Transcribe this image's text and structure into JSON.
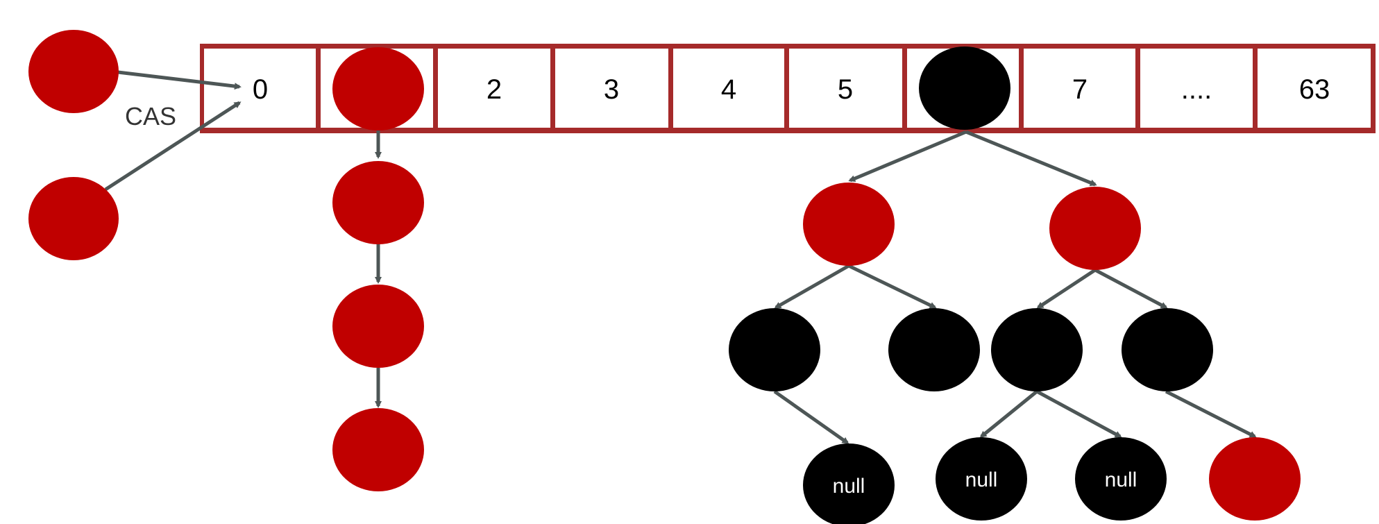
{
  "colors": {
    "red_node": "#c00000",
    "black_node": "#000000",
    "array_border": "#a52a2a",
    "arrow": "#4d5656"
  },
  "array": {
    "cells": [
      "0",
      "",
      "2",
      "3",
      "4",
      "5",
      "",
      "7",
      "....",
      "63"
    ]
  },
  "cas_label": "CAS",
  "null_label": "null",
  "structures": {
    "incoming_nodes": [
      {
        "color": "red",
        "target_cell": 0
      },
      {
        "color": "red",
        "target_cell": 0
      }
    ],
    "linked_list": {
      "cell": 1,
      "nodes": [
        "red",
        "red",
        "red",
        "red"
      ]
    },
    "red_black_tree": {
      "cell": 6,
      "root": "black",
      "level1": [
        "red",
        "red"
      ],
      "level2": [
        "black",
        "black",
        "black",
        "black"
      ],
      "level3": [
        {
          "color": "black",
          "text": "null"
        },
        {
          "color": "black",
          "text": "null"
        },
        {
          "color": "black",
          "text": "null"
        },
        {
          "color": "red",
          "text": ""
        }
      ]
    }
  }
}
